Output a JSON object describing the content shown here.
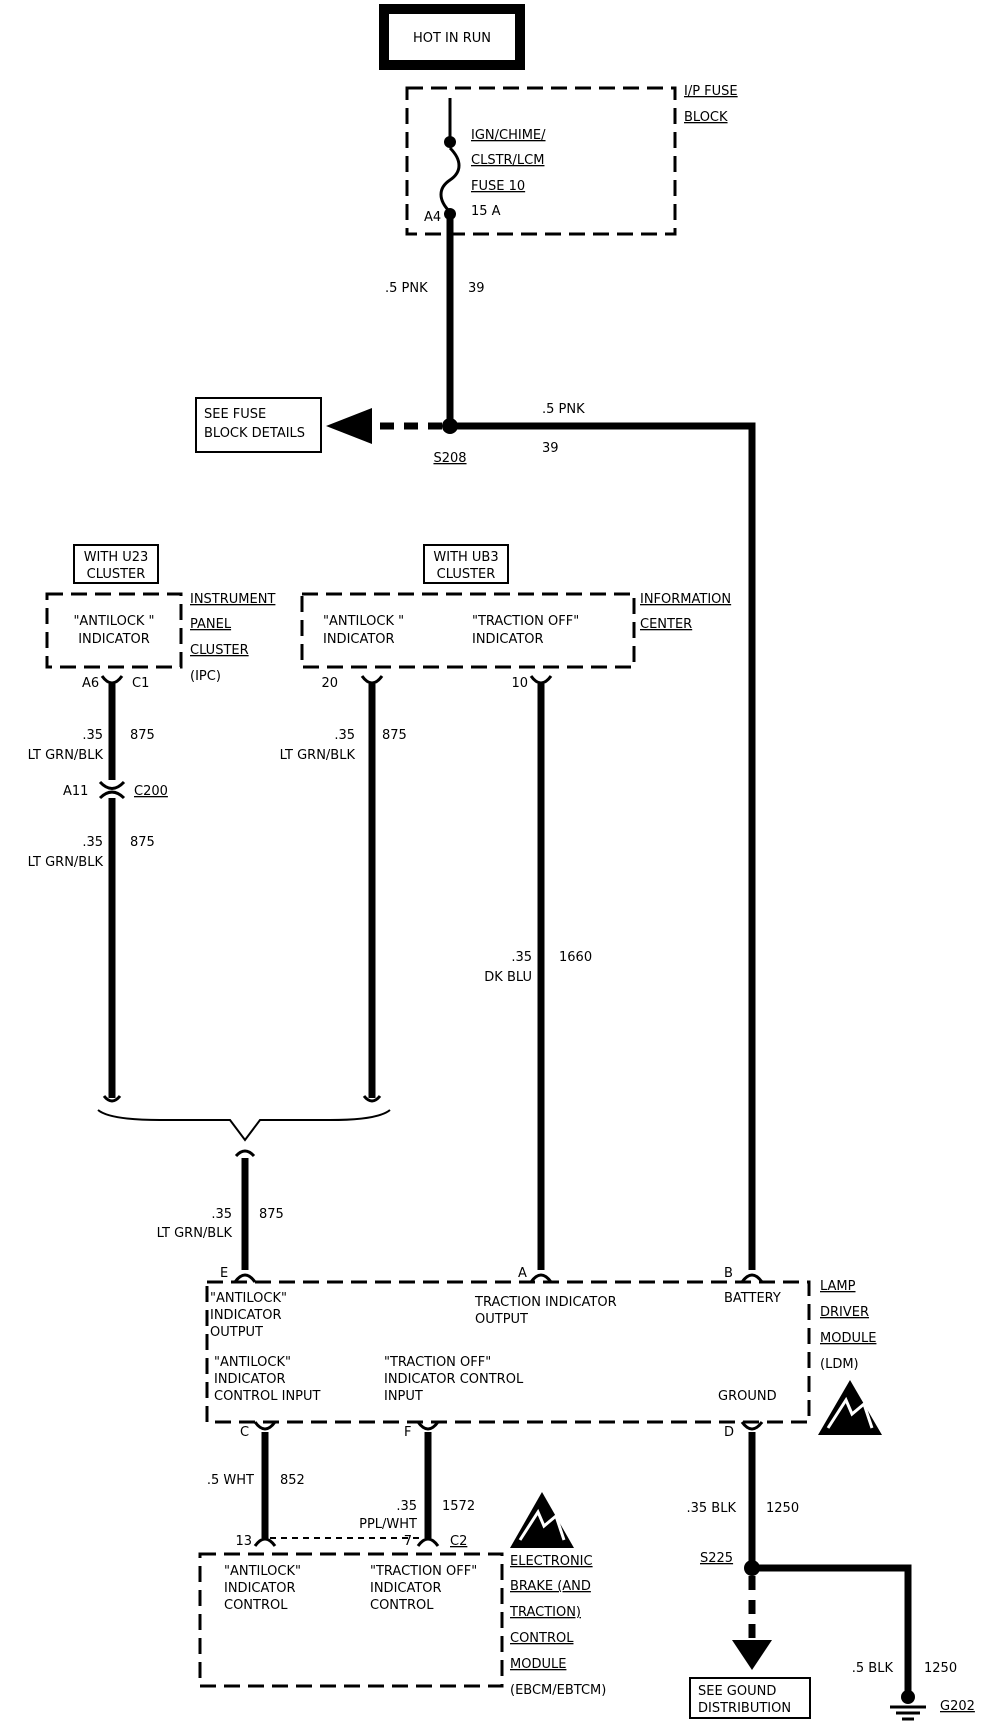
{
  "header": {
    "hot_in_run": "HOT IN RUN"
  },
  "fuse_block": {
    "title_1": "I/P FUSE",
    "title_2": "BLOCK",
    "fuse_l1": "IGN/CHIME/",
    "fuse_l2": "CLSTR/LCM",
    "fuse_l3": "FUSE 10",
    "rating": "15 A",
    "pin": "A4"
  },
  "wire_39_a": {
    "gauge": ".5 PNK",
    "circuit": "39"
  },
  "wire_39_b": {
    "gauge": ".5 PNK",
    "circuit": "39"
  },
  "splice_s208": {
    "name": "S208"
  },
  "see_fuse": {
    "l1": "SEE FUSE",
    "l2": "BLOCK DETAILS"
  },
  "u23": {
    "badge_l1": "WITH U23",
    "badge_l2": "CLUSTER",
    "ind_l1": "\"ANTILOCK \"",
    "ind_l2": "INDICATOR"
  },
  "ipc": {
    "l1": "INSTRUMENT",
    "l2": "PANEL",
    "l3": "CLUSTER",
    "l4": "(IPC)",
    "pin_a6": "A6",
    "pin_c1": "C1"
  },
  "ub3": {
    "badge_l1": "WITH UB3",
    "badge_l2": "CLUSTER",
    "anti_l1": "\"ANTILOCK \"",
    "anti_l2": "INDICATOR",
    "trac_l1": "\"TRACTION OFF\"",
    "trac_l2": "INDICATOR",
    "pin_20": "20",
    "pin_10": "10"
  },
  "info_center": {
    "l1": "INFORMATION",
    "l2": "CENTER"
  },
  "wire_875_1": {
    "gauge": ".35",
    "color": "LT GRN/BLK",
    "circuit": "875"
  },
  "conn_c200": {
    "pin": "A11",
    "name": "C200"
  },
  "wire_875_2": {
    "gauge": ".35",
    "color": "LT GRN/BLK",
    "circuit": "875"
  },
  "wire_875_3": {
    "gauge": ".35",
    "color": "LT GRN/BLK",
    "circuit": "875"
  },
  "wire_1660": {
    "gauge": ".35",
    "color": "DK BLU",
    "circuit": "1660"
  },
  "wire_875_4": {
    "gauge": ".35",
    "color": "LT GRN/BLK",
    "circuit": "875"
  },
  "ldm": {
    "l1": "LAMP",
    "l2": "DRIVER",
    "l3": "MODULE",
    "l4": "(LDM)",
    "pin_e": "E",
    "pin_a": "A",
    "pin_b": "B",
    "pin_c": "C",
    "pin_f": "F",
    "pin_d": "D",
    "anti_out_l1": "\"ANTILOCK\"",
    "anti_out_l2": "INDICATOR",
    "anti_out_l3": "OUTPUT",
    "trac_out_l1": "TRACTION INDICATOR",
    "trac_out_l2": "OUTPUT",
    "battery": "BATTERY",
    "anti_in_l1": "\"ANTILOCK\"",
    "anti_in_l2": "INDICATOR",
    "anti_in_l3": "CONTROL INPUT",
    "trac_in_l1": "\"TRACTION OFF\"",
    "trac_in_l2": "INDICATOR CONTROL",
    "trac_in_l3": "INPUT",
    "ground": "GROUND"
  },
  "wire_852": {
    "gauge": ".5 WHT",
    "circuit": "852"
  },
  "wire_1572": {
    "gauge": ".35",
    "color": "PPL/WHT",
    "circuit": "1572"
  },
  "wire_1250_a": {
    "gauge": ".35 BLK",
    "circuit": "1250"
  },
  "splice_s225": {
    "name": "S225"
  },
  "wire_1250_b": {
    "gauge": ".5 BLK",
    "circuit": "1250"
  },
  "ground_g202": {
    "name": "G202"
  },
  "see_ground": {
    "l1": "SEE GOUND",
    "l2": "DISTRIBUTION"
  },
  "ebcm": {
    "l1": "ELECTRONIC",
    "l2": "BRAKE (AND",
    "l3": "TRACTION)",
    "l4": "CONTROL",
    "l5": "MODULE",
    "l6": "(EBCM/EBTCM)",
    "pin_13": "13",
    "pin_7": "7",
    "conn": "C2",
    "anti_l1": "\"ANTILOCK\"",
    "anti_l2": "INDICATOR",
    "anti_l3": "CONTROL",
    "trac_l1": "\"TRACTION OFF\"",
    "trac_l2": "INDICATOR",
    "trac_l3": "CONTROL"
  }
}
